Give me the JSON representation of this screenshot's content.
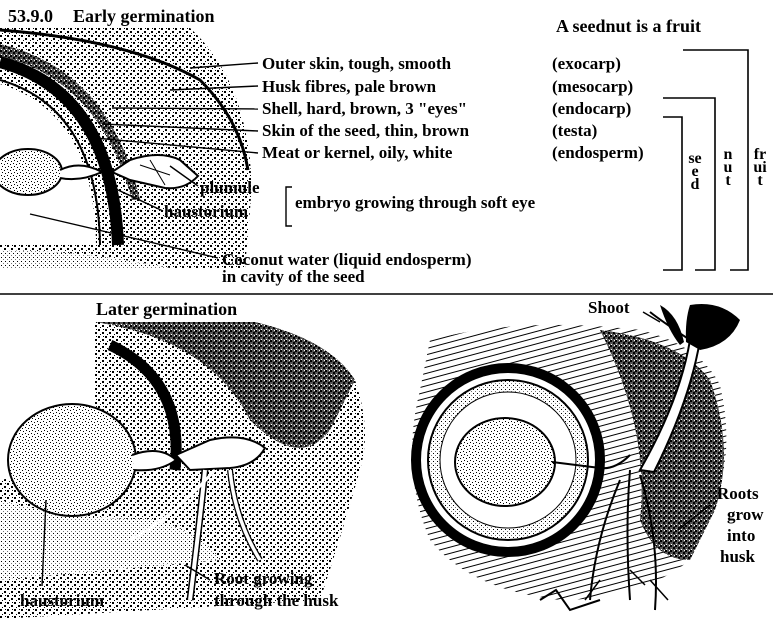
{
  "titles": {
    "section_number": "53.9.0",
    "early": "Early germination",
    "later": "Later germination",
    "seednut_fruit": "A seednut is a fruit"
  },
  "early_labels": {
    "outer_skin": "Outer skin, tough, smooth",
    "outer_skin_term": "(exocarp)",
    "husk_fibres": "Husk fibres, pale brown",
    "husk_fibres_term": "(mesocarp)",
    "shell": "Shell, hard, brown, 3 \"eyes\"",
    "shell_term": "(endocarp)",
    "seed_skin": "Skin of the seed, thin, brown",
    "seed_skin_term": "(testa)",
    "meat": "Meat or kernel, oily, white",
    "meat_term": "(endosperm)",
    "plumule": "plumule",
    "haustorium": "haustorium",
    "embryo_note": "embryo growing through soft eye",
    "coconut_water_line1": "Coconut water (liquid endosperm)",
    "coconut_water_line2": "in cavity of the seed"
  },
  "brackets": {
    "seed": "seed",
    "nut": "nut",
    "fruit": "fruit"
  },
  "later_labels": {
    "haustorium": "haustorium",
    "root_line1": "Root growing",
    "root_line2": "through the husk",
    "shoot": "Shoot",
    "roots_line1": "Roots",
    "roots_line2": "grow",
    "roots_line3": "into",
    "roots_line4": "husk"
  }
}
